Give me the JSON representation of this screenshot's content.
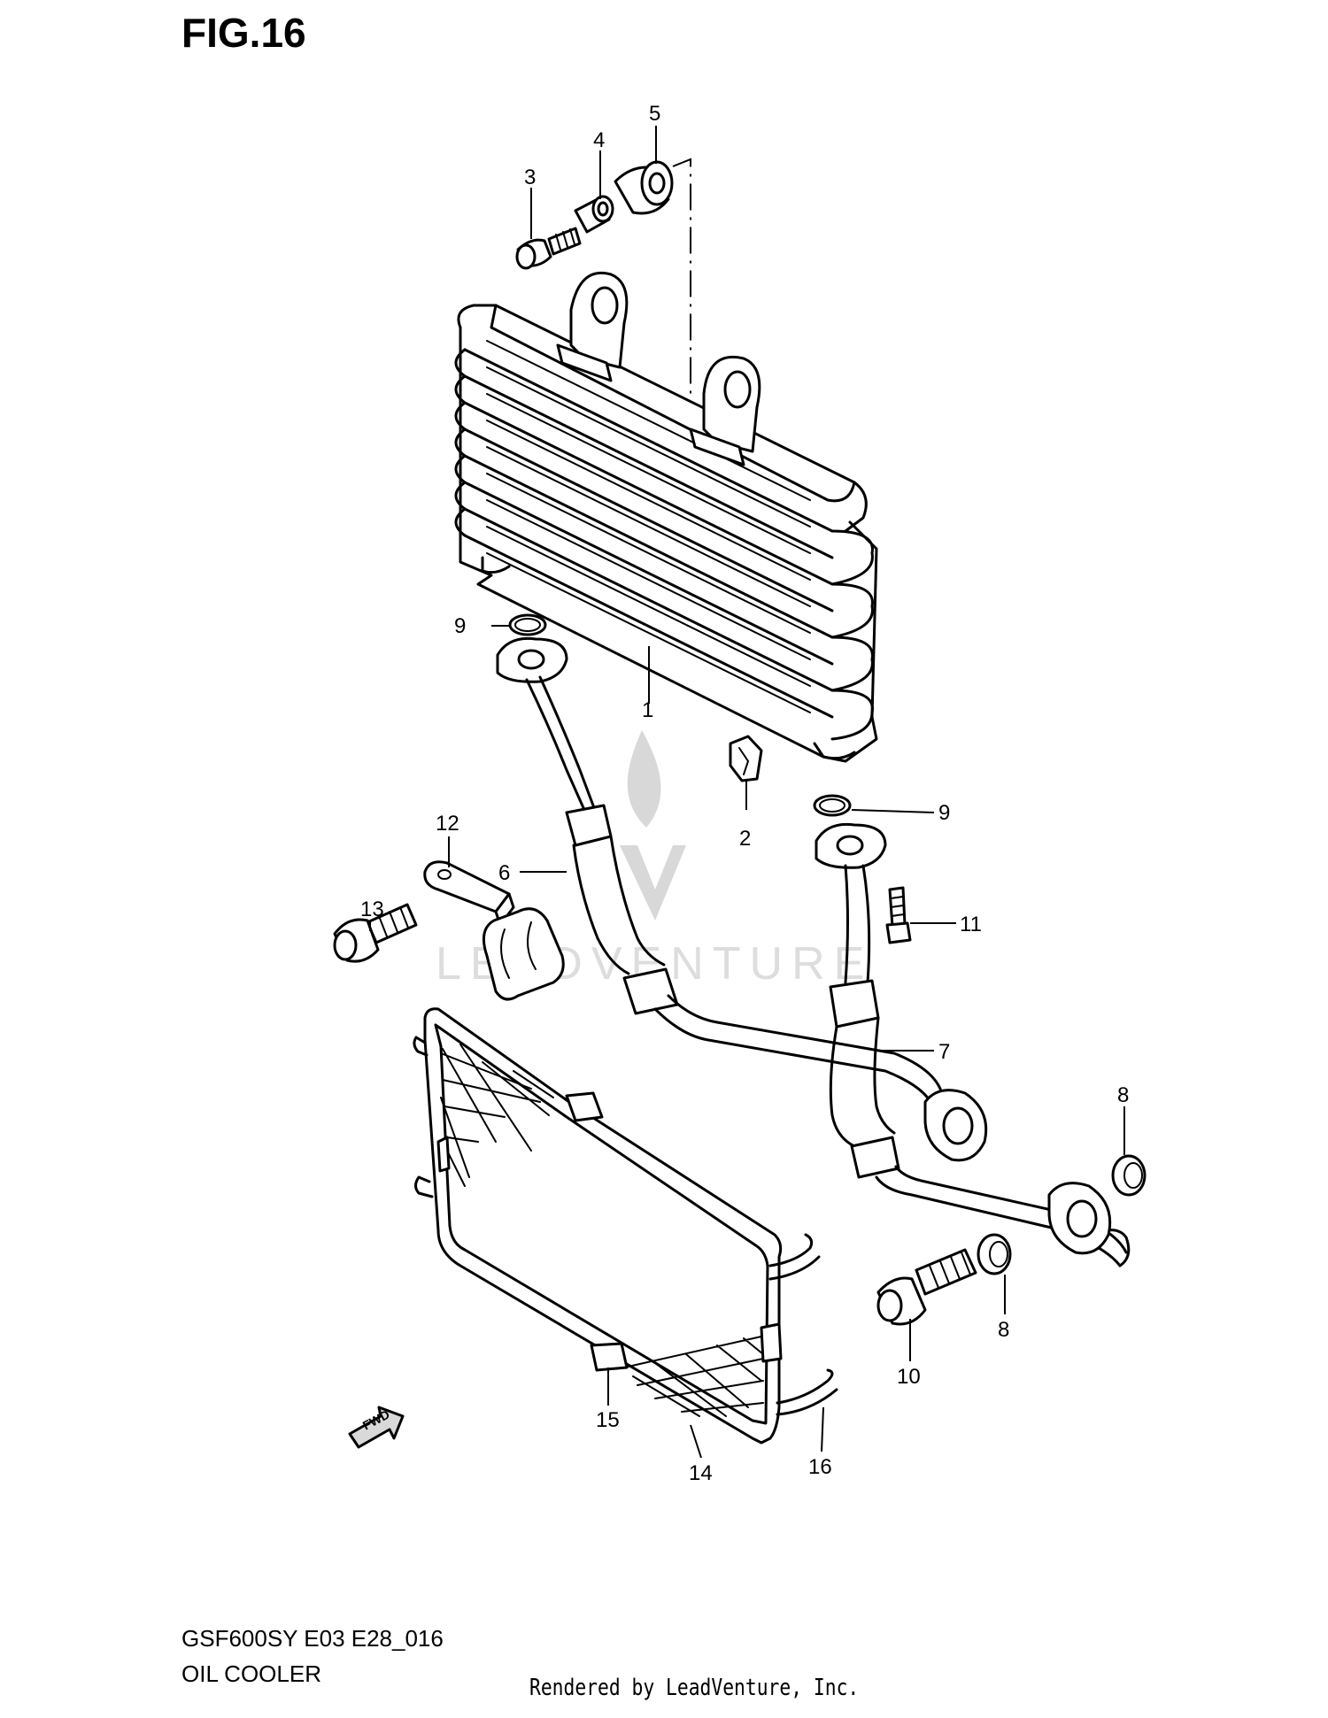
{
  "figure": {
    "title": "FIG.16"
  },
  "footer": {
    "model_code": "GSF600SY E03 E28_016",
    "diagram_name": "OIL COOLER",
    "credit": "Rendered by LeadVenture, Inc."
  },
  "watermark": {
    "text": "LEADVENTURE"
  },
  "direction_tag": {
    "text": "FWD"
  },
  "callouts": [
    "1",
    "2",
    "3",
    "4",
    "5",
    "6",
    "7",
    "8",
    "8",
    "9",
    "9",
    "10",
    "11",
    "12",
    "13",
    "14",
    "15",
    "16"
  ]
}
